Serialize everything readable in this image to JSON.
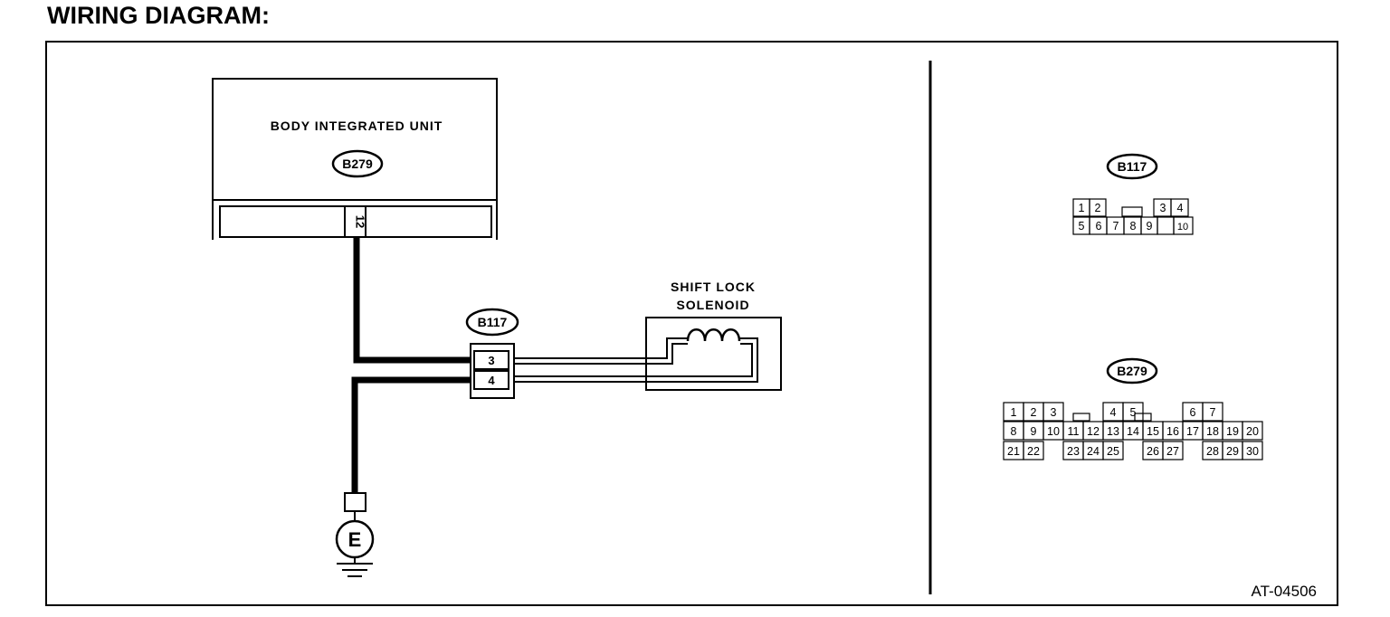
{
  "heading": "WIRING DIAGRAM:",
  "diagram_id": "AT-04506",
  "body_integrated_unit": {
    "label": "BODY INTEGRATED UNIT",
    "connector": "B279",
    "pin": "12"
  },
  "junction_connector": {
    "name": "B117",
    "pins": [
      "3",
      "4"
    ]
  },
  "shift_lock_solenoid": {
    "label_line1": "SHIFT LOCK",
    "label_line2": "SOLENOID"
  },
  "ground": {
    "label": "E"
  },
  "connector_views": {
    "b117": {
      "name": "B117",
      "row1": [
        "1",
        "2",
        "3",
        "4"
      ],
      "row2": [
        "5",
        "6",
        "7",
        "8",
        "9",
        "10"
      ]
    },
    "b279": {
      "name": "B279",
      "row1": [
        "1",
        "2",
        "3",
        "4",
        "5",
        "6",
        "7"
      ],
      "row2": [
        "8",
        "9",
        "10",
        "11",
        "12",
        "13",
        "14",
        "15",
        "16",
        "17",
        "18",
        "19",
        "20"
      ],
      "row3": [
        "21",
        "22",
        "23",
        "24",
        "25",
        "26",
        "27",
        "28",
        "29",
        "30"
      ]
    }
  }
}
